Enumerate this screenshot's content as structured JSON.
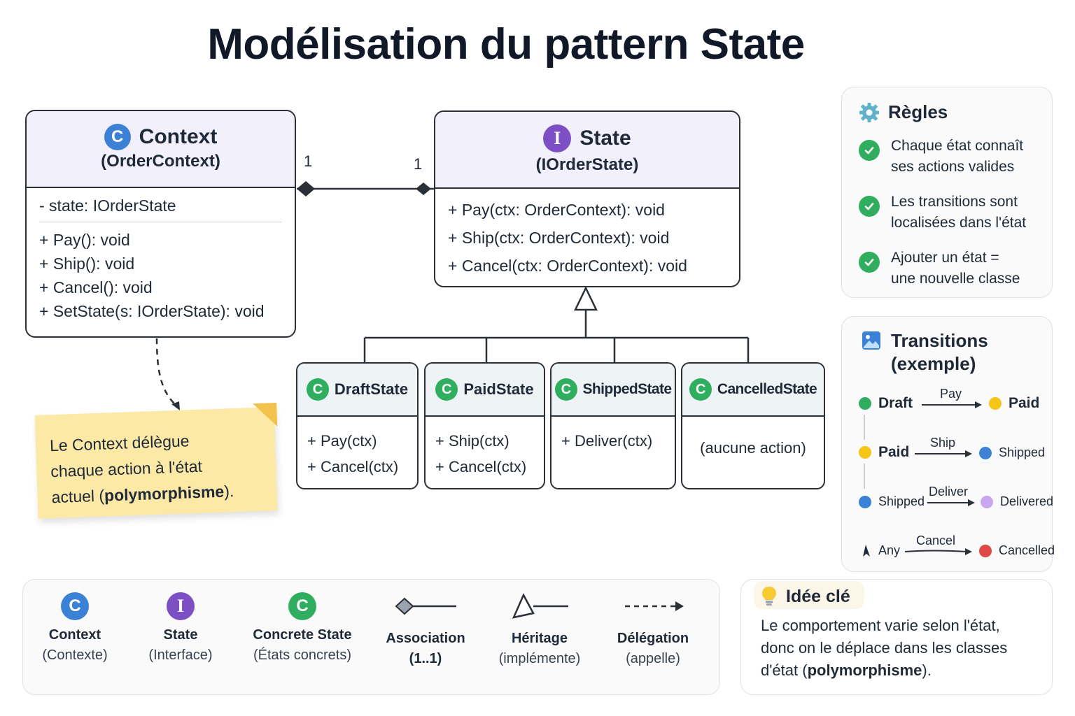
{
  "title": "Modélisation du pattern State",
  "context_class": {
    "badge": "C",
    "name": "Context",
    "stereotype": "(OrderContext)",
    "attributes": [
      "- state: IOrderState"
    ],
    "methods": [
      "+ Pay(): void",
      "+ Ship(): void",
      "+ Cancel(): void",
      "+ SetState(s: IOrderState): void"
    ]
  },
  "state_interface": {
    "badge": "I",
    "name": "State",
    "stereotype": "(IOrderState)",
    "methods": [
      "+ Pay(ctx: OrderContext): void",
      "+ Ship(ctx: OrderContext): void",
      "+ Cancel(ctx: OrderContext): void"
    ]
  },
  "association": {
    "left_mult": "1",
    "right_mult": "1"
  },
  "concrete_states": [
    {
      "badge": "C",
      "name": "DraftState",
      "methods": [
        "+ Pay(ctx)",
        "+ Cancel(ctx)"
      ]
    },
    {
      "badge": "C",
      "name": "PaidState",
      "methods": [
        "+ Ship(ctx)",
        "+ Cancel(ctx)"
      ]
    },
    {
      "badge": "C",
      "name": "ShippedState",
      "methods": [
        "+ Deliver(ctx)"
      ]
    },
    {
      "badge": "C",
      "name": "CancelledState",
      "methods": [
        "(aucune action)"
      ]
    }
  ],
  "note": {
    "line1": "Le Context délègue",
    "line2": "chaque action à l'état",
    "line3_pre": "actuel (",
    "line3_bold": "polymorphisme",
    "line3_post": ")."
  },
  "rules_panel": {
    "title": "Règles",
    "icon": "gear-icon",
    "items": [
      {
        "line1": "Chaque état connaît",
        "line2": "ses actions valides"
      },
      {
        "line1": "Les transitions sont",
        "line2": "localisées dans l'état"
      },
      {
        "line1": "Ajouter un état =",
        "line2": "une nouvelle classe"
      }
    ]
  },
  "transitions_panel": {
    "title_line1": "Transitions",
    "title_line2": "(exemple)",
    "icon": "image-icon",
    "rows": [
      {
        "from": "Draft",
        "event": "Pay",
        "to": "Paid",
        "from_color": "#2fae5f",
        "to_color": "#f5c518"
      },
      {
        "from": "Paid",
        "event": "Ship",
        "to": "Shipped",
        "from_color": "#f5c518",
        "to_color": "#3b82d6"
      },
      {
        "from": "Shipped",
        "event": "Deliver",
        "to": "Delivered",
        "from_color": "#3b82d6",
        "to_color": "#c9a7f0"
      },
      {
        "from": "Any",
        "event": "Cancel",
        "to": "Cancelled",
        "from_color": "#1f2937",
        "to_color": "#e04848"
      }
    ]
  },
  "key_idea": {
    "title": "Idée clé",
    "icon": "lightbulb-icon",
    "line1": "Le comportement varie selon l'état,",
    "line2": "donc on le déplace dans les classes",
    "line3_pre": "d'état (",
    "line3_bold": "polymorphisme",
    "line3_post": ")."
  },
  "legend": [
    {
      "icon": "context-badge-icon",
      "badge": "C",
      "label": "Context",
      "sub": "(Contexte)"
    },
    {
      "icon": "interface-badge-icon",
      "badge": "I",
      "label": "State",
      "sub": "(Interface)"
    },
    {
      "icon": "concrete-state-badge-icon",
      "badge": "C",
      "label": "Concrete State",
      "sub": "(États concrets)"
    },
    {
      "icon": "association-icon",
      "label": "Association",
      "sub": "(1..1)"
    },
    {
      "icon": "inheritance-icon",
      "label": "Héritage",
      "sub": "(implémente)"
    },
    {
      "icon": "delegation-icon",
      "label": "Délégation",
      "sub": "(appelle)"
    }
  ],
  "colors": {
    "context_badge": "#3b82d6",
    "interface_badge": "#7d4fc4",
    "concrete_badge": "#2fae5f",
    "note_bg": "#fde9a6"
  }
}
